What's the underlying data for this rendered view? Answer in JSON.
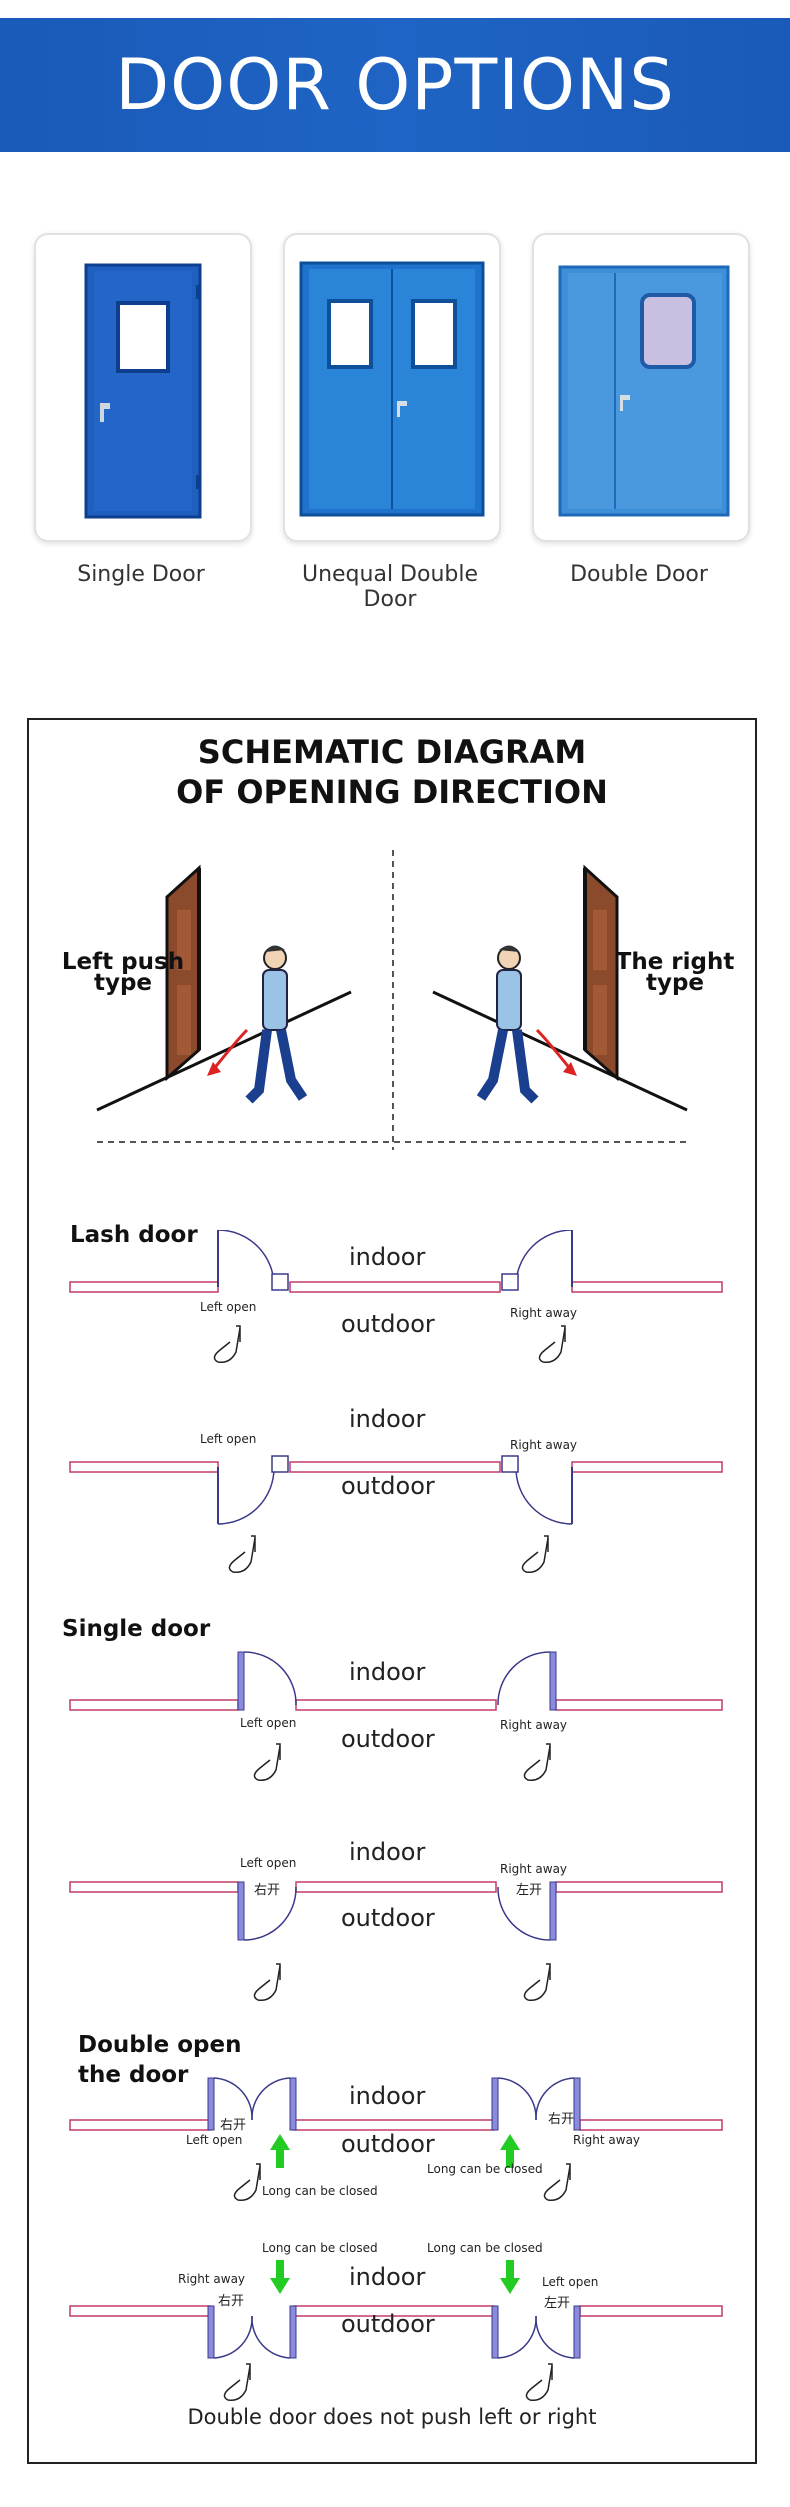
{
  "banner": {
    "title": "DOOR OPTIONS"
  },
  "doors": [
    {
      "name": "Single Door"
    },
    {
      "name": "Unequal Double Door"
    },
    {
      "name": "Double Door"
    }
  ],
  "diagram": {
    "title_line1": "SCHEMATIC DIAGRAM",
    "title_line2": "OF OPENING DIRECTION",
    "left_type_line1": "Left push",
    "left_type_line2": "type",
    "right_type_line1": "The right",
    "right_type_line2": "type",
    "sections": {
      "lash": "Lash door",
      "single": "Single door",
      "double_line1": "Double open",
      "double_line2": "the door"
    },
    "labels": {
      "indoor": "indoor",
      "outdoor": "outdoor",
      "left_open": "Left open",
      "right_away": "Right away",
      "long_closed": "Long can be closed",
      "cn_right": "右开",
      "cn_left": "左开"
    },
    "footer": "Double door does not push left or right"
  },
  "colors": {
    "banner": "#1f64c4",
    "door_blue": "#1f5fc0",
    "door_light": "#3d8fd8",
    "wall": "#c23a6b",
    "arrow_green": "#22cc22",
    "door_brown": "#8b4a2b"
  }
}
